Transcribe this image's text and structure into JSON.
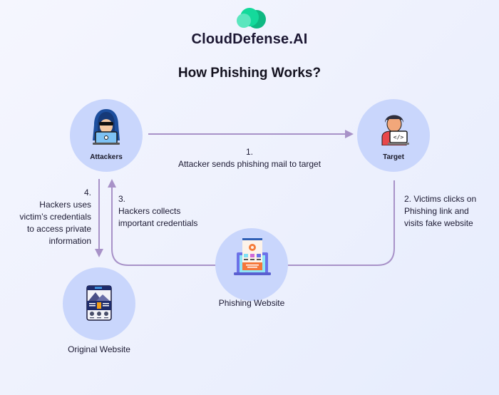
{
  "brand": {
    "name": "CloudDefense.AI",
    "logo_colors": [
      "#5be6be",
      "#14d99b",
      "#0fb882"
    ]
  },
  "title": "How Phishing Works?",
  "colors": {
    "node_fill": "#c9d6fc",
    "arrow": "#a892c8",
    "text": "#1c1a33"
  },
  "nodes": {
    "attackers": {
      "label": "Attackers",
      "icon": "hacker-icon"
    },
    "target": {
      "label": "Target",
      "icon": "developer-icon"
    },
    "phishing_website": {
      "label": "Phishing Website",
      "icon": "fake-website-icon"
    },
    "original_website": {
      "label": "Original Website",
      "icon": "website-icon"
    }
  },
  "steps": {
    "s1": {
      "num": "1.",
      "text": "Attacker sends phishing mail to target"
    },
    "s2": {
      "line1": "2. Victims clicks on",
      "line2": "Phishing link and",
      "line3": "visits fake website"
    },
    "s3": {
      "num": "3.",
      "line1": "Hackers collects",
      "line2": "important credentials"
    },
    "s4": {
      "num": "4.",
      "line1": "Hackers uses",
      "line2": "victim’s credentials",
      "line3": "to access private",
      "line4": "information"
    }
  }
}
